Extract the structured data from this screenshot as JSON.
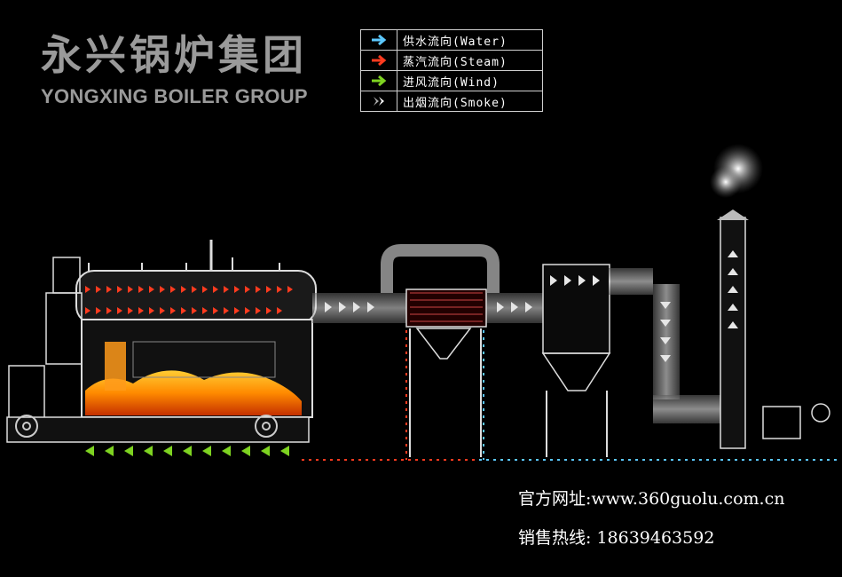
{
  "brand": {
    "name_cn": "永兴锅炉集团",
    "name_en": "YONGXING BOILER GROUP"
  },
  "legend": {
    "items": [
      {
        "label": "供水流向(Water)",
        "icon": "water-flow-arrow",
        "color": "#5cc8ff"
      },
      {
        "label": "蒸汽流向(Steam)",
        "icon": "steam-flow-arrow",
        "color": "#ff3b1f"
      },
      {
        "label": "进风流向(Wind)",
        "icon": "wind-flow-arrow",
        "color": "#7ed321"
      },
      {
        "label": "出烟流向(Smoke)",
        "icon": "smoke-flow-arrow",
        "color": "#d8d8d8"
      }
    ]
  },
  "contact": {
    "website": "官方网址:www.360guolu.com.cn",
    "hotline": "销售热线: 18639463592"
  }
}
